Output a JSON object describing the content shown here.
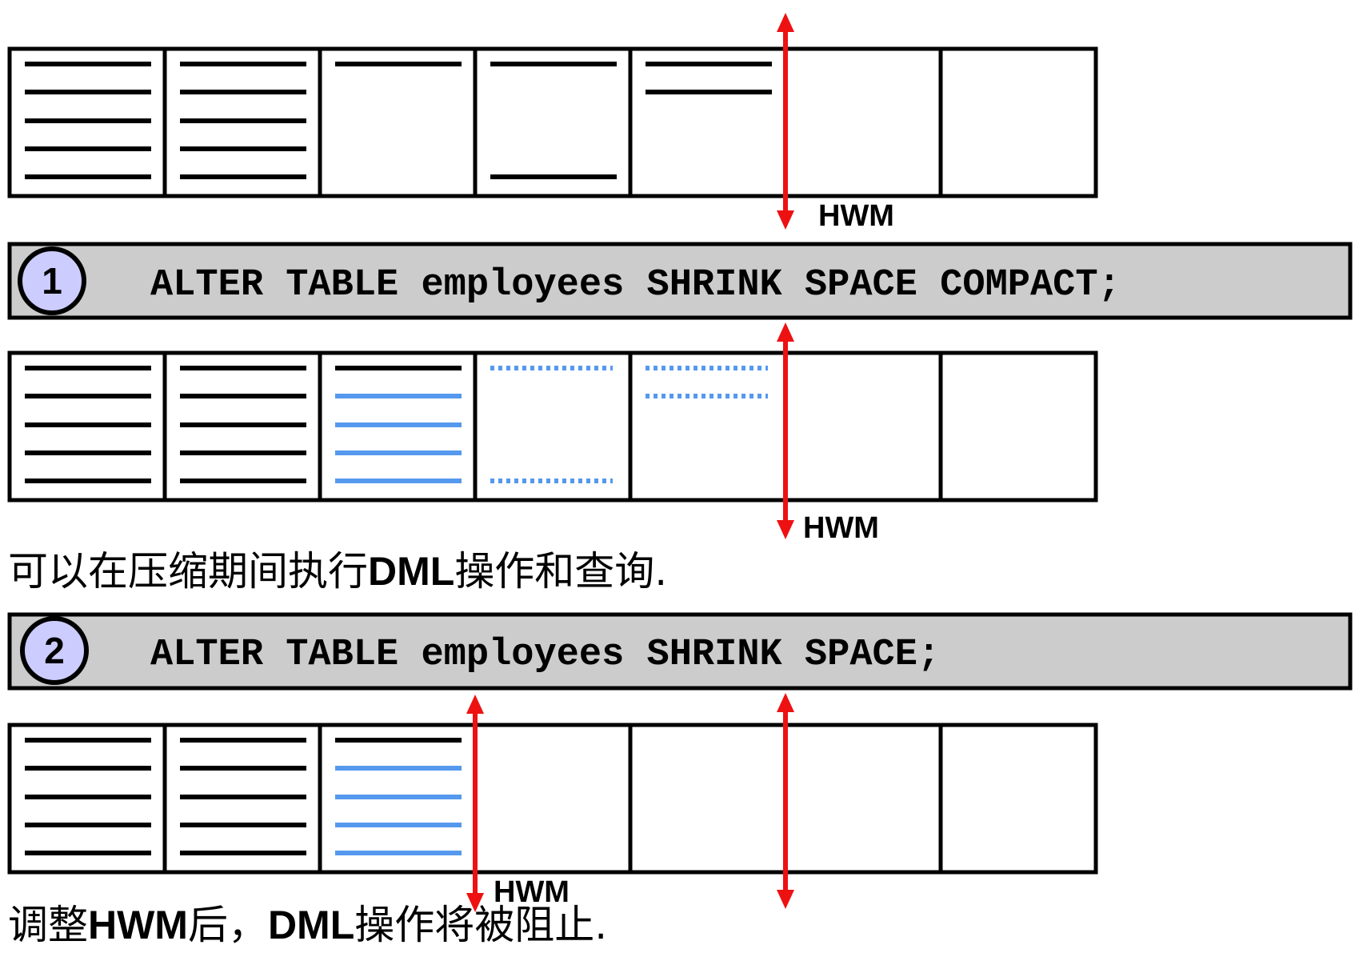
{
  "colors": {
    "arrow": "#ee1111",
    "bar_fill": "#cccccc",
    "circle_fill": "#ccccff",
    "blue_line": "#5599ee",
    "black": "#000000"
  },
  "hwm_label": "HWM",
  "step1": {
    "number": "1",
    "command": "ALTER TABLE employees SHRINK SPACE COMPACT;",
    "caption": {
      "part1": "可以在压缩期间执行",
      "part2": "DML",
      "part3": "操作和查询."
    }
  },
  "step2": {
    "number": "2",
    "command": "ALTER TABLE employees SHRINK SPACE;",
    "caption": {
      "part1": "调整",
      "part2": "HWM",
      "part3": "后，",
      "part4": "DML",
      "part5": "操作将被阻止."
    }
  },
  "rows": [
    {
      "name": "before-shrink",
      "blocks": [
        [
          "solid",
          "solid",
          "solid",
          "solid",
          "solid"
        ],
        [
          "solid",
          "solid",
          "solid",
          "solid",
          "solid"
        ],
        [
          "solid",
          "",
          "",
          "",
          ""
        ],
        [
          "solid",
          "",
          "",
          "",
          "solid"
        ],
        [
          "solid",
          "solid",
          "",
          "",
          ""
        ],
        [],
        []
      ]
    },
    {
      "name": "after-compact",
      "blocks": [
        [
          "solid",
          "solid",
          "solid",
          "solid",
          "solid"
        ],
        [
          "solid",
          "solid",
          "solid",
          "solid",
          "solid"
        ],
        [
          "solid",
          "blue",
          "blue",
          "blue",
          "blue"
        ],
        [
          "dotted",
          "",
          "",
          "",
          "dotted"
        ],
        [
          "dotted",
          "dotted",
          "",
          "",
          ""
        ],
        [],
        []
      ]
    },
    {
      "name": "after-shrink",
      "blocks": [
        [
          "solid",
          "solid",
          "solid",
          "solid",
          "solid"
        ],
        [
          "solid",
          "solid",
          "solid",
          "solid",
          "solid"
        ],
        [
          "solid",
          "blue",
          "blue",
          "blue",
          "blue"
        ],
        [],
        [],
        [],
        []
      ]
    }
  ]
}
